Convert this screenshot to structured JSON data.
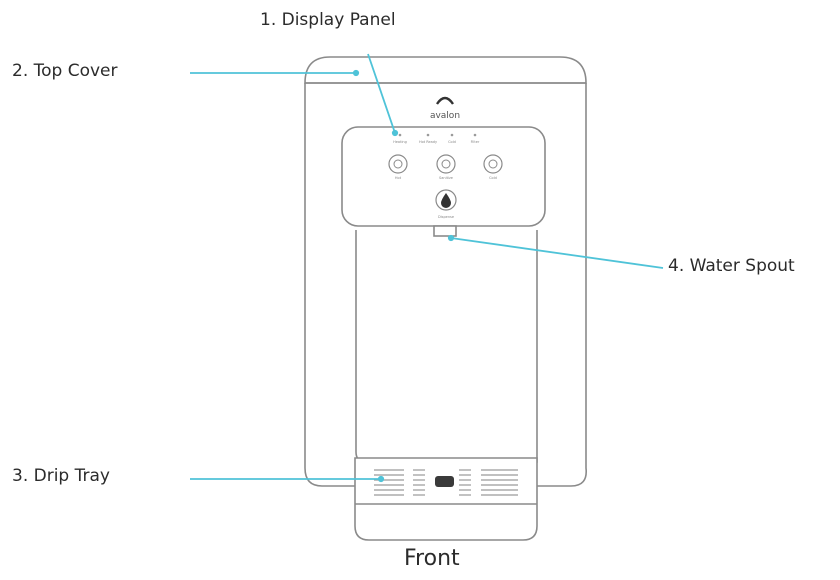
{
  "brand": {
    "logo_text": "avalon"
  },
  "labels": [
    {
      "id": "display-panel",
      "text": "1. Display Panel"
    },
    {
      "id": "top-cover",
      "text": "2. Top Cover"
    },
    {
      "id": "drip-tray",
      "text": "3. Drip Tray"
    },
    {
      "id": "water-spout",
      "text": "4. Water Spout"
    }
  ],
  "panel": {
    "indicators": [
      "Heating",
      "Hot Ready",
      "Cold",
      "Filter"
    ],
    "buttons": [
      "Hot",
      "Sanitize",
      "Cold"
    ],
    "dispense_label": "Dispense"
  },
  "caption": "Front",
  "colors": {
    "leader_line": "#4fc3d8",
    "outline": "#8a8a8a",
    "text": "#2b2b2b"
  },
  "icons": {
    "logo": "avalon-logo-icon",
    "hot": "hot-water-icon",
    "sanitize": "sanitize-icon",
    "cold": "cold-water-icon",
    "dispense": "water-drop-icon"
  }
}
